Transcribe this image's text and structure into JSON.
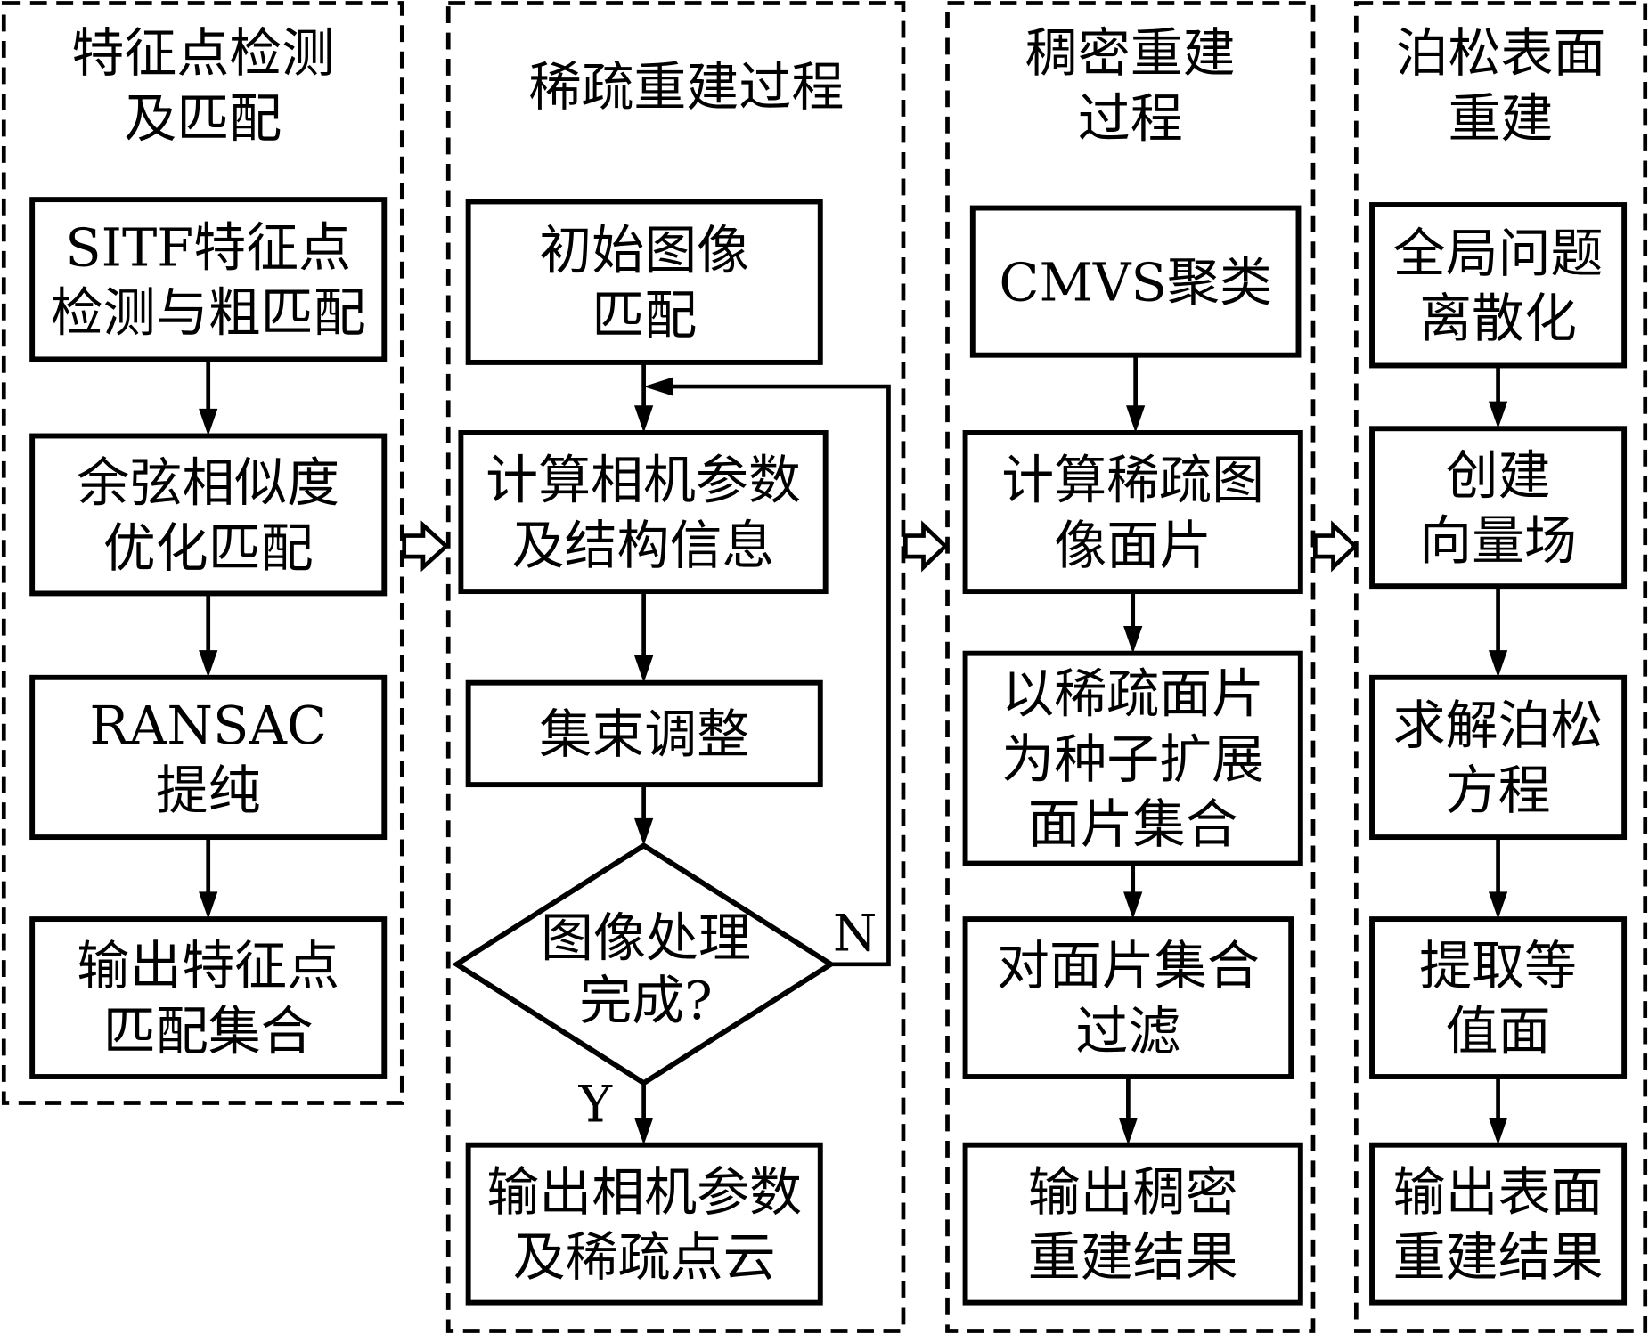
{
  "panels": [
    {
      "title": [
        "特征点检测",
        "及匹配"
      ],
      "boxes": [
        [
          "SITF特征点",
          "检测与粗匹配"
        ],
        [
          "余弦相似度",
          "优化匹配"
        ],
        [
          "RANSAC",
          "提纯"
        ],
        [
          "输出特征点",
          "匹配集合"
        ]
      ]
    },
    {
      "title": [
        "稀疏重建过程"
      ],
      "boxes": [
        [
          "初始图像",
          "匹配"
        ],
        [
          "计算相机参数",
          "及结构信息"
        ],
        [
          "集束调整"
        ],
        [
          "输出相机参数",
          "及稀疏点云"
        ]
      ],
      "decision": [
        "图像处理",
        "完成?"
      ],
      "yes_label": "Y",
      "no_label": "N"
    },
    {
      "title": [
        "稠密重建",
        "过程"
      ],
      "boxes": [
        [
          "CMVS聚类"
        ],
        [
          "计算稀疏图",
          "像面片"
        ],
        [
          "以稀疏面片",
          "为种子扩展",
          "面片集合"
        ],
        [
          "对面片集合",
          "过滤"
        ],
        [
          "输出稠密",
          "重建结果"
        ]
      ]
    },
    {
      "title": [
        "泊松表面",
        "重建"
      ],
      "boxes": [
        [
          "全局问题",
          "离散化"
        ],
        [
          "创建",
          "向量场"
        ],
        [
          "求解泊松",
          "方程"
        ],
        [
          "提取等",
          "值面"
        ],
        [
          "输出表面",
          "重建结果"
        ]
      ]
    }
  ]
}
